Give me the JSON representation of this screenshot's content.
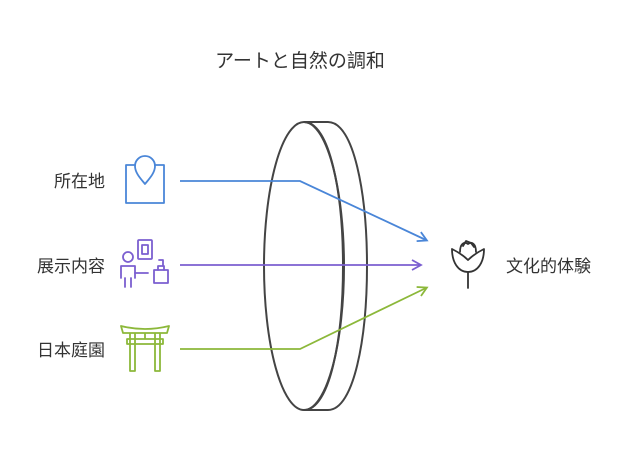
{
  "title": "アートと自然の調和",
  "inputs": [
    {
      "id": "location",
      "label": "所在地",
      "icon": "map-pin-icon",
      "color": "#4a86d8"
    },
    {
      "id": "exhibits",
      "label": "展示内容",
      "icon": "gallery-visitor-icon",
      "color": "#7b5fd0"
    },
    {
      "id": "garden",
      "label": "日本庭園",
      "icon": "torii-gate-icon",
      "color": "#8cb83a"
    }
  ],
  "output": {
    "label": "文化的体験",
    "icon": "rose-icon",
    "color": "#333333"
  },
  "lens": {
    "icon": "lens-icon",
    "color": "#444444"
  }
}
